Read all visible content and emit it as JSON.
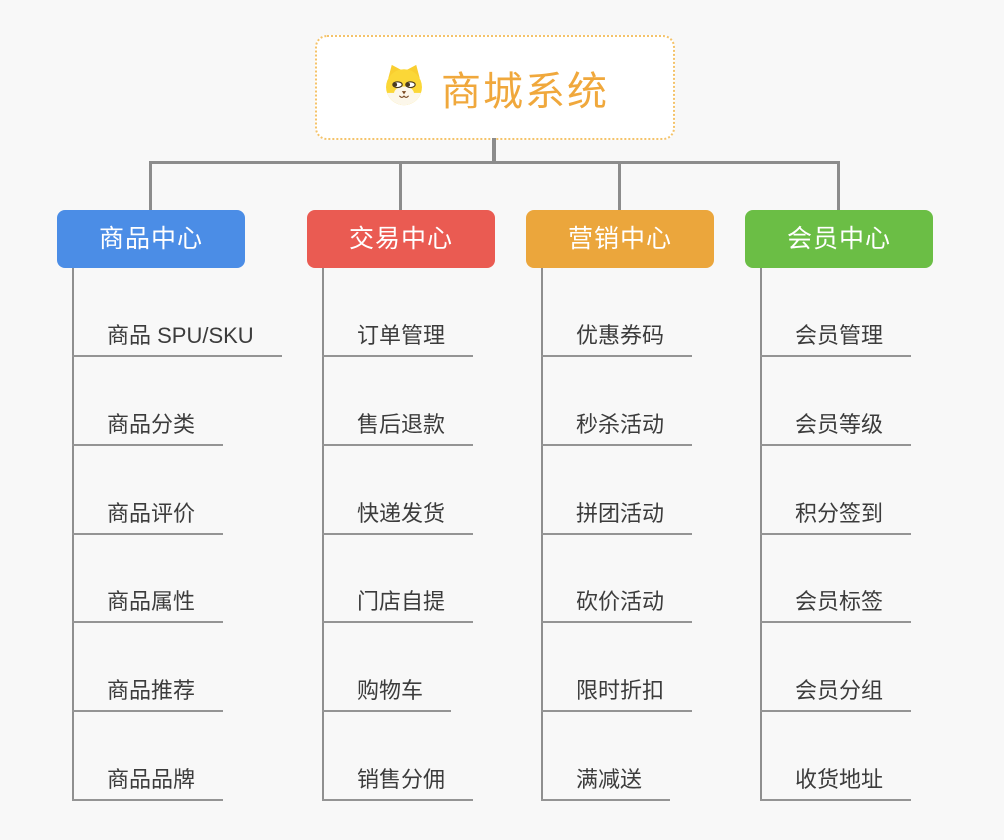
{
  "root": {
    "title": "商城系统",
    "title_color": "#f0a83c",
    "icon": "dog-icon",
    "border_color": "#f4c36a"
  },
  "palette": {
    "background": "#f8f8f8",
    "connector": "#8c8c8c",
    "leaf_text": "#3c3c3c",
    "leaf_line": "#949494"
  },
  "columns": [
    {
      "label": "商品中心",
      "color": "#4b8de6",
      "items": [
        "商品 SPU/SKU",
        "商品分类",
        "商品评价",
        "商品属性",
        "商品推荐",
        "商品品牌"
      ]
    },
    {
      "label": "交易中心",
      "color": "#ea5b52",
      "items": [
        "订单管理",
        "售后退款",
        "快递发货",
        "门店自提",
        "购物车",
        "销售分佣"
      ]
    },
    {
      "label": "营销中心",
      "color": "#eba63c",
      "items": [
        "优惠券码",
        "秒杀活动",
        "拼团活动",
        "砍价活动",
        "限时折扣",
        "满减送"
      ]
    },
    {
      "label": "会员中心",
      "color": "#6bbe45",
      "items": [
        "会员管理",
        "会员等级",
        "积分签到",
        "会员标签",
        "会员分组",
        "收货地址"
      ]
    }
  ]
}
